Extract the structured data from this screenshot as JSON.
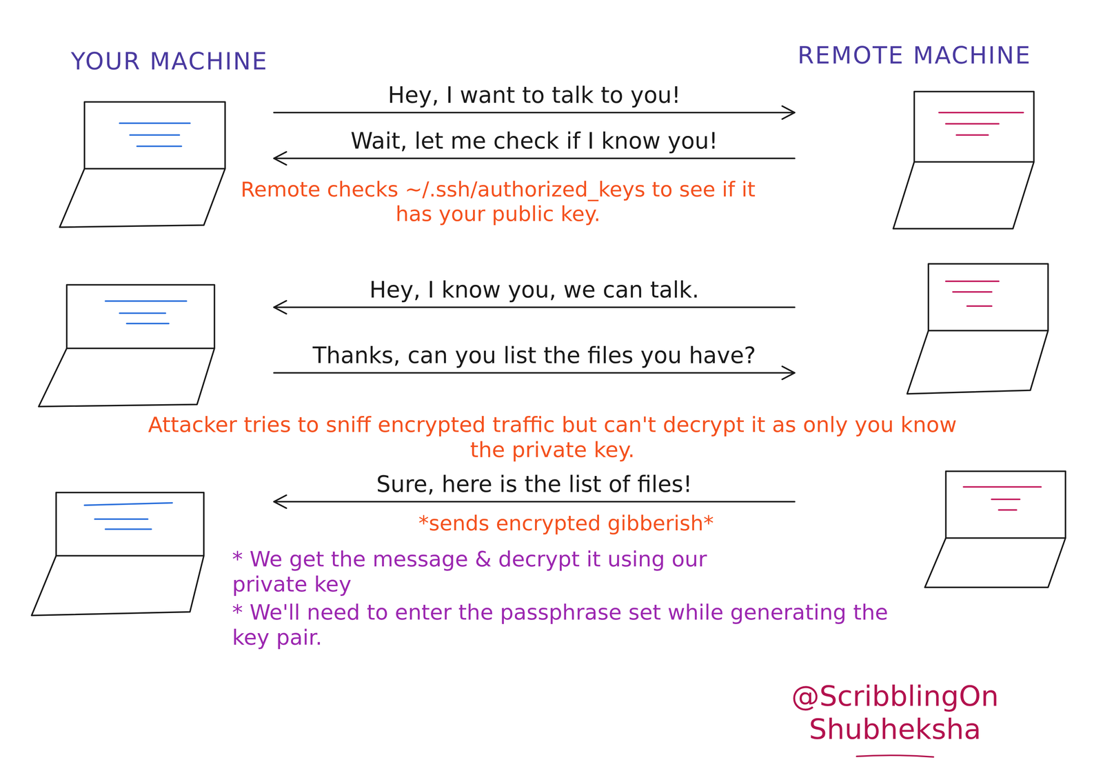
{
  "diagram": {
    "nodes": [
      {
        "text": [
          "YOUR MACHINE"
        ]
      },
      {
        "text": [
          "REMOTE MACHINE"
        ]
      }
    ],
    "edges": [
      {
        "from": 0,
        "to": 1,
        "arrow": "to",
        "label": "Hey, I want to talk to you!"
      },
      {
        "from": 1,
        "to": 0,
        "arrow": "to",
        "label": "Wait, let me check if I know you!"
      },
      {
        "from": 1,
        "to": 0,
        "arrow": "to",
        "label": "Hey, I know you, we can talk."
      },
      {
        "from": 0,
        "to": 1,
        "arrow": "to",
        "label": "Thanks, can you list the files you have?"
      },
      {
        "from": 1,
        "to": 0,
        "arrow": "to",
        "label": "Sure, here is the list of files!"
      }
    ],
    "labels": [
      "Remote checks ~/.ssh/authorized_keys to see if it has your public key.",
      "Attacker tries to sniff encrypted traffic but can't decrypt it as only you know the private key.",
      "*sends encrypted gibberish*",
      "* We get the message & decrypt it using our private key",
      "* We'll need to enter the passphrase set while generating the key pair.",
      "@ScribblingOn Shubheksha"
    ]
  }
}
